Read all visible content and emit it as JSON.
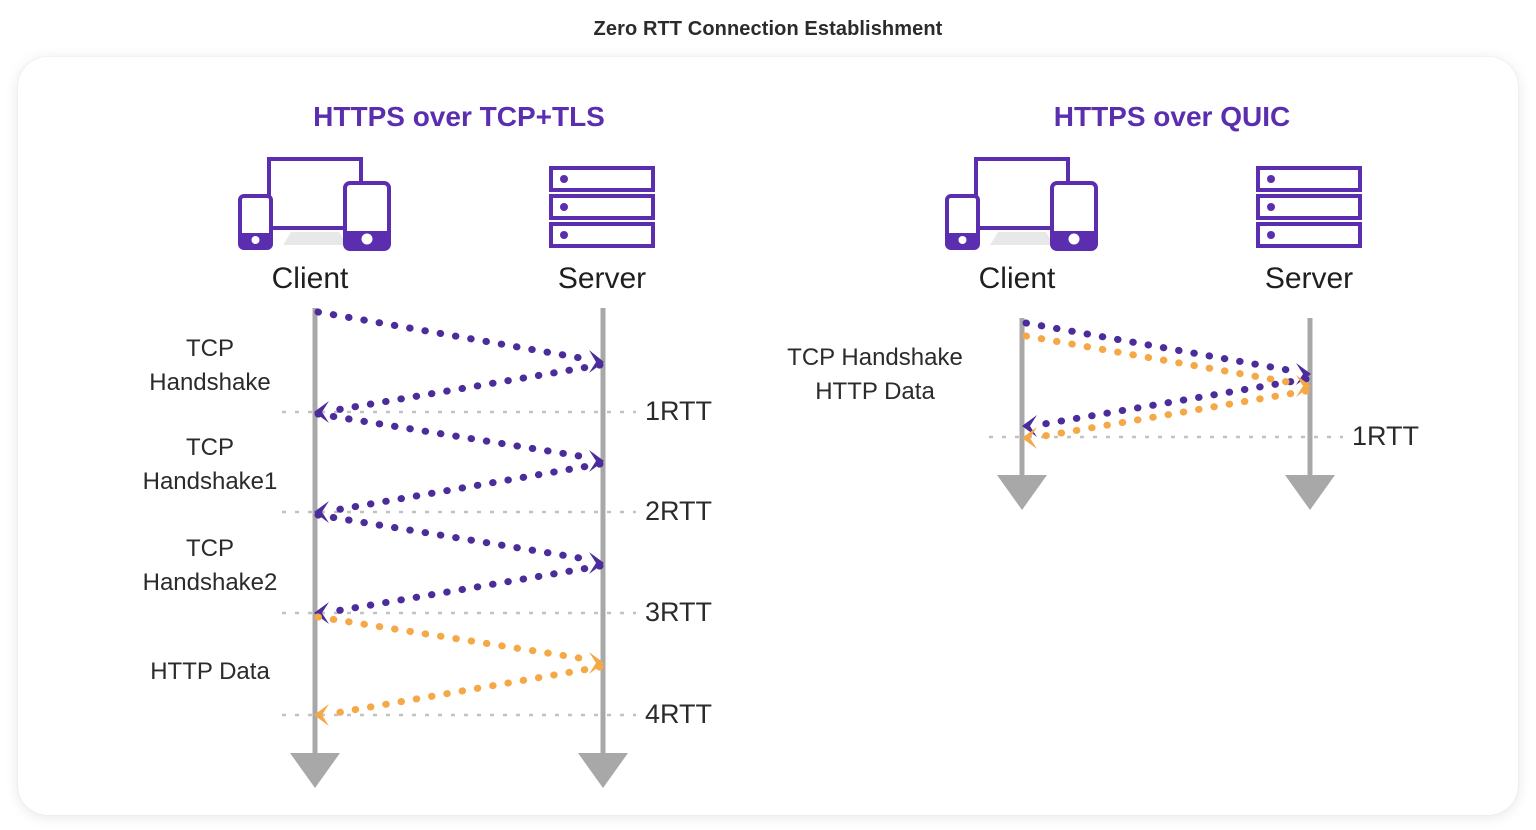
{
  "title": "Zero RTT Connection Establishment",
  "colors": {
    "purple": "#5B2DAF",
    "arrow_purple": "#4A2C9B",
    "orange": "#F5A846",
    "lifeline_grey": "#A8A8A8",
    "guide_grey": "#BFBFBF",
    "text": "#2b2b2b",
    "card": "#ffffff",
    "background": "#ffffff",
    "stand_grey": "#E8E8E8"
  },
  "panels": [
    {
      "id": "tcp-tls",
      "heading": "HTTPS over TCP+TLS",
      "client_label": "Client",
      "server_label": "Server",
      "client_icon": "devices-icon",
      "server_icon": "server-rack-icon",
      "messages": [
        {
          "label": "TCP\nHandshake",
          "line1": "TCP",
          "line2": "Handshake",
          "color": "purple"
        },
        {
          "label": "TCP\nHandshake1",
          "line1": "TCP",
          "line2": "Handshake1",
          "color": "purple"
        },
        {
          "label": "TCP\nHandshake2",
          "line1": "TCP",
          "line2": "Handshake2",
          "color": "purple"
        },
        {
          "label": "HTTP Data",
          "line1": "HTTP Data",
          "line2": "",
          "color": "orange"
        }
      ],
      "rtt_marks": [
        "1RTT",
        "2RTT",
        "3RTT",
        "4RTT"
      ]
    },
    {
      "id": "quic",
      "heading": "HTTPS over QUIC",
      "client_label": "Client",
      "server_label": "Server",
      "client_icon": "devices-icon",
      "server_icon": "server-rack-icon",
      "messages": [
        {
          "label": "TCP Handshake\nHTTP Data",
          "line1": "TCP Handshake",
          "line2": "HTTP Data",
          "color": "purple+orange"
        }
      ],
      "rtt_marks": [
        "1RTT"
      ]
    }
  ],
  "chart_data": {
    "type": "sequence-diagram",
    "title": "Zero RTT Connection Establishment",
    "panels": [
      {
        "name": "HTTPS over TCP+TLS",
        "participants": [
          "Client",
          "Server"
        ],
        "round_trips": 4,
        "rtt_axis": [
          "1RTT",
          "2RTT",
          "3RTT",
          "4RTT"
        ],
        "exchanges": [
          {
            "label": "TCP Handshake",
            "direction": "client-to-server",
            "color": "purple",
            "completes_at": "1RTT"
          },
          {
            "label": "TCP Handshake1",
            "direction": "client-to-server",
            "color": "purple",
            "completes_at": "2RTT"
          },
          {
            "label": "TCP Handshake2",
            "direction": "client-to-server",
            "color": "purple",
            "completes_at": "3RTT"
          },
          {
            "label": "HTTP Data",
            "direction": "client-to-server",
            "color": "orange",
            "completes_at": "4RTT"
          }
        ]
      },
      {
        "name": "HTTPS over QUIC",
        "participants": [
          "Client",
          "Server"
        ],
        "round_trips": 1,
        "rtt_axis": [
          "1RTT"
        ],
        "exchanges": [
          {
            "label": "TCP Handshake",
            "direction": "client-to-server",
            "color": "purple",
            "completes_at": "1RTT"
          },
          {
            "label": "HTTP Data",
            "direction": "client-to-server",
            "color": "orange",
            "completes_at": "1RTT"
          }
        ]
      }
    ]
  }
}
